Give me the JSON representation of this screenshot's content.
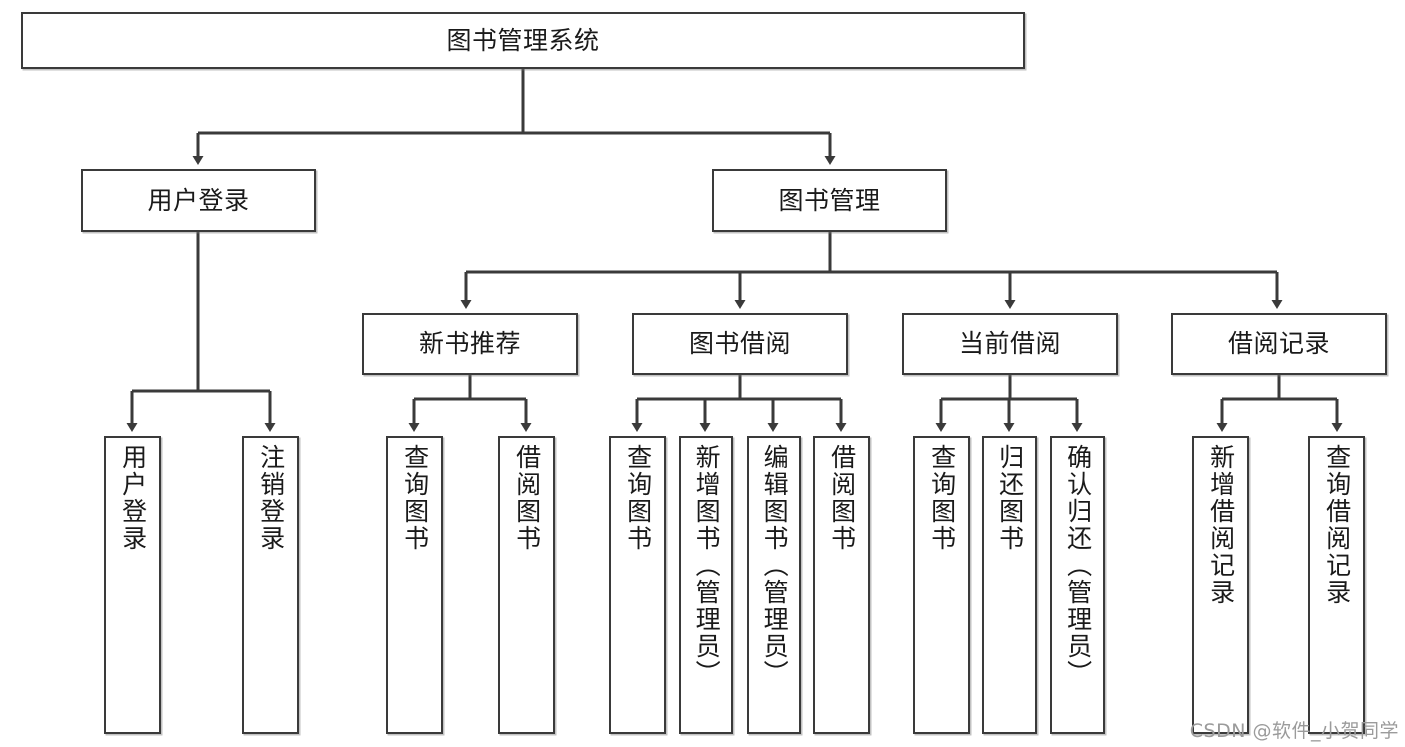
{
  "diagram": {
    "title_node": {
      "label": "图书管理系统"
    },
    "level2": [
      {
        "id": "user-login",
        "label": "用户登录"
      },
      {
        "id": "book-management",
        "label": "图书管理"
      }
    ],
    "level3": [
      {
        "id": "new-book-recommend",
        "label": "新书推荐"
      },
      {
        "id": "book-borrow",
        "label": "图书借阅"
      },
      {
        "id": "current-borrow",
        "label": "当前借阅"
      },
      {
        "id": "borrow-record",
        "label": "借阅记录"
      }
    ],
    "leaves": [
      {
        "id": "leaf-user-login",
        "label": "用户登录",
        "parent": "用户登录"
      },
      {
        "id": "leaf-user-logout",
        "label": "注销登录",
        "parent": "用户登录"
      },
      {
        "id": "leaf-query-book-1",
        "label": "查询图书",
        "parent": "新书推荐"
      },
      {
        "id": "leaf-borrow-book-1",
        "label": "借阅图书",
        "parent": "新书推荐"
      },
      {
        "id": "leaf-query-book-2",
        "label": "查询图书",
        "parent": "图书借阅"
      },
      {
        "id": "leaf-add-book",
        "label": "新增图书（管理员）",
        "parent": "图书借阅"
      },
      {
        "id": "leaf-edit-book",
        "label": "编辑图书（管理员）",
        "parent": "图书借阅"
      },
      {
        "id": "leaf-borrow-book-2",
        "label": "借阅图书",
        "parent": "图书借阅"
      },
      {
        "id": "leaf-query-book-3",
        "label": "查询图书",
        "parent": "当前借阅"
      },
      {
        "id": "leaf-return-book",
        "label": "归还图书",
        "parent": "当前借阅"
      },
      {
        "id": "leaf-confirm-return",
        "label": "确认归还（管理员）",
        "parent": "当前借阅"
      },
      {
        "id": "leaf-add-record",
        "label": "新增借阅记录",
        "parent": "借阅记录"
      },
      {
        "id": "leaf-query-record",
        "label": "查询借阅记录",
        "parent": "借阅记录"
      }
    ]
  },
  "watermark": {
    "text": "CSDN @软件_小贺同学"
  },
  "colors": {
    "border": "#3a3a3a",
    "text": "#1a1a1a",
    "background": "#ffffff",
    "watermark": "#9b9b9b"
  }
}
